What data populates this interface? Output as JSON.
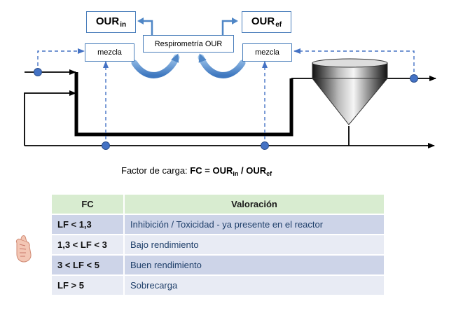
{
  "diagram": {
    "our_in": {
      "base": "OUR",
      "sub": "in"
    },
    "our_ef": {
      "base": "OUR",
      "sub": "ef"
    },
    "respirometry_label": "Respirometría OUR",
    "mix_left_label": "mezcla",
    "mix_right_label": "mezcla",
    "colors": {
      "box_border": "#4a7ebb",
      "dashed": "#4472c4",
      "node": "#4472c4",
      "arrow_blue": "#5b9bd5",
      "line": "#000000"
    },
    "icons": [
      "up-left-arrow-icon",
      "up-right-arrow-icon",
      "curved-arrow-icon",
      "settler-tank-icon",
      "pointing-hand-icon"
    ]
  },
  "formula": {
    "prefix": "Factor de carga:",
    "lhs": "FC =",
    "num_base": "OUR",
    "num_sub": "in",
    "slash": "/",
    "den_base": "OUR",
    "den_sub": "ef"
  },
  "table": {
    "headers": [
      "FC",
      "Valoración"
    ],
    "rows": [
      {
        "fc": "LF < 1,3",
        "val": "Inhibición / Toxicidad  - ya presente en el reactor"
      },
      {
        "fc": "1,3 < LF < 3",
        "val": "Bajo rendimiento"
      },
      {
        "fc": "3 < LF < 5",
        "val": "Buen rendimiento"
      },
      {
        "fc": "LF > 5",
        "val": "Sobrecarga"
      }
    ],
    "colors": {
      "header": "#d8ecd0",
      "row_dark": "#cdd4e8",
      "row_light": "#e8ebf4",
      "value_text": "#1f3f6a"
    }
  }
}
